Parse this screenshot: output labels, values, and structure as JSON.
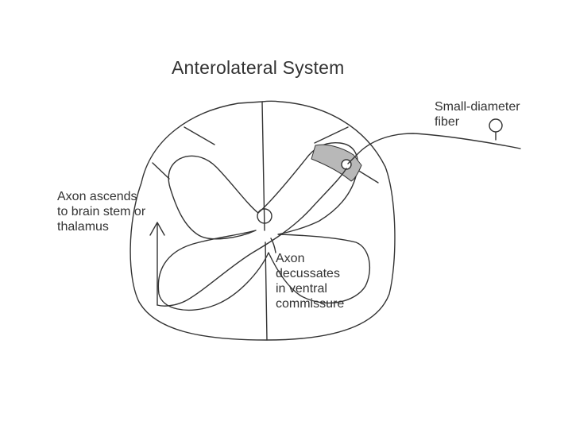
{
  "title": "Anterolateral System",
  "labels": {
    "fiber": [
      "Small-diameter",
      "fiber"
    ],
    "ascends": [
      "Axon ascends",
      "to brain stem or",
      "thalamus"
    ],
    "decussates": [
      "Axon",
      "decussates",
      "in ventral",
      "commissure"
    ]
  },
  "colors": {
    "line": "#333333",
    "highlight": "#b8b8b8"
  }
}
